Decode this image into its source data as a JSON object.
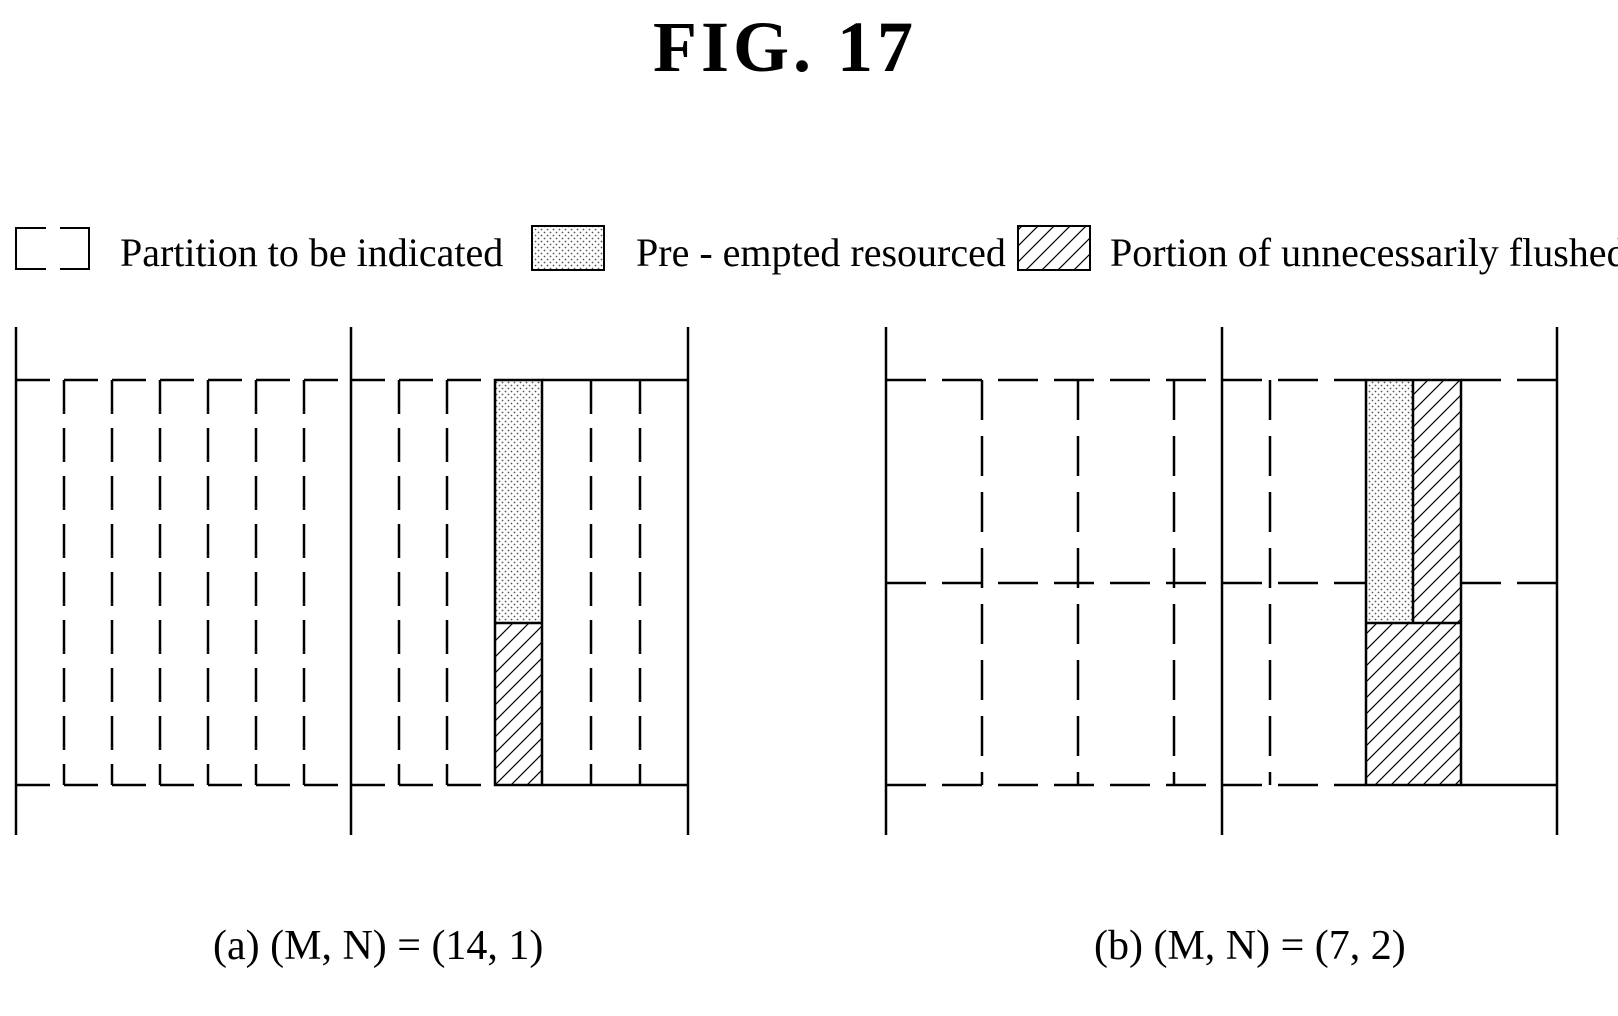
{
  "figure": {
    "title": "FIG. 17"
  },
  "legend": {
    "partition": "Partition to be indicated",
    "preempted": "Pre - empted resourced",
    "flushed": "Portion of unnecessarily flushed bits"
  },
  "panels": [
    {
      "caption": "(a) (M, N) = (14, 1)",
      "M": 14,
      "N": 1
    },
    {
      "caption": "(b) (M, N) = (7, 2)",
      "M": 7,
      "N": 2
    }
  ],
  "colors": {
    "line": "#000000",
    "background": "#ffffff"
  },
  "fills": {
    "preempted": "dotted",
    "flushed": "diagonal-hatch"
  }
}
